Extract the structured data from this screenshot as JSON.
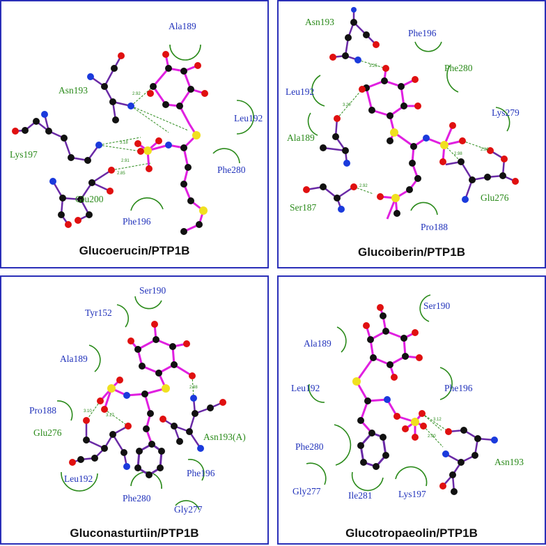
{
  "panels": [
    {
      "caption": "Glucoerucin/PTP1B",
      "residues": [
        "Ala189",
        "Asn193",
        "Leu192",
        "Lys197",
        "Phe280",
        "Glu200",
        "Phe196"
      ],
      "distances": [
        "2.92",
        "3.18",
        "2.91",
        "2.85"
      ]
    },
    {
      "caption": "Glucoiberin/PTP1B",
      "residues": [
        "Asn193",
        "Phe196",
        "Phe280",
        "Leu192",
        "Lys279",
        "Ala189",
        "Ser187",
        "Glu276",
        "Pro188"
      ],
      "distances": [
        "3.25",
        "3.20",
        "2.98",
        "2.88",
        "2.92"
      ]
    },
    {
      "caption": "Gluconasturtiin/PTP1B",
      "residues": [
        "Ser190",
        "Tyr152",
        "Ala189",
        "Pro188",
        "Glu276",
        "Asn193(A)",
        "Leu192",
        "Phe196",
        "Phe280",
        "Gly277"
      ],
      "distances": [
        "2.98",
        "3.10",
        "3.17"
      ]
    },
    {
      "caption": "Glucotropaeolin/PTP1B",
      "residues": [
        "Ser190",
        "Ala189",
        "Leu192",
        "Phe196",
        "Phe280",
        "Asn193",
        "Gly277",
        "Ile281",
        "Lys197"
      ],
      "distances": [
        "3.12",
        "2.90"
      ]
    }
  ],
  "colors": {
    "frame": "#2a2fb8",
    "ligand_bond": "#e020e0",
    "protein_bond": "#6a2aa6",
    "hbond": "#2a8a1a",
    "residue_hydrophobic": "#2a8a1a",
    "residue_label_blue": "#2233bb",
    "carbon": "#111111",
    "oxygen": "#e01010",
    "nitrogen": "#1a3adc",
    "sulfur": "#f0e020"
  }
}
